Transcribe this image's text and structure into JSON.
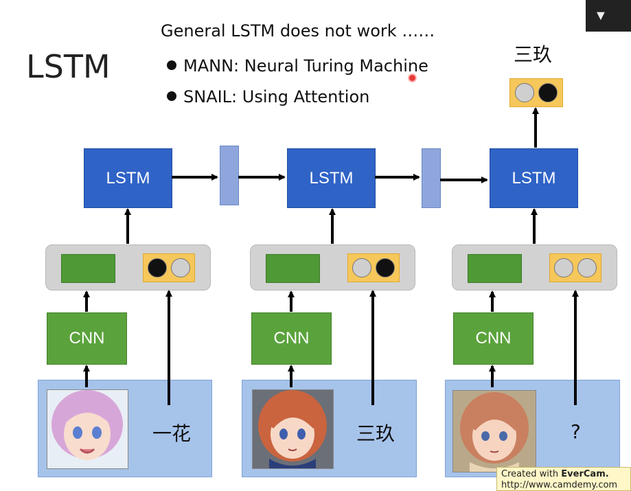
{
  "slide": {
    "title": "LSTM",
    "note": "General LSTM does not work ……",
    "bullets": [
      "MANN: Neural Turing Machine",
      "SNAIL: Using Attention"
    ],
    "output_label": "三玖"
  },
  "columns": [
    {
      "lstm": "LSTM",
      "cnn": "CNN",
      "label": "一花",
      "onehot": [
        "on",
        "off"
      ],
      "hair_color": "#d7a6d8"
    },
    {
      "lstm": "LSTM",
      "cnn": "CNN",
      "label": "三玖",
      "onehot": [
        "off",
        "on"
      ],
      "hair_color": "#c9643f"
    },
    {
      "lstm": "LSTM",
      "cnn": "CNN",
      "label": "?",
      "onehot": [
        "off",
        "off"
      ],
      "hair_color": "#c98060"
    }
  ],
  "output_onehot": [
    "off",
    "on"
  ],
  "player": {
    "menu_icon": "▼"
  },
  "watermark": {
    "line1_prefix": "Created with ",
    "line1_brand": "EverCam.",
    "line2": "http://www.camdemy.com"
  },
  "colors": {
    "lstm": "#2f63c6",
    "cnn": "#5aa33c",
    "onehot": "#f6c75a",
    "panel": "#a6c3ea"
  }
}
